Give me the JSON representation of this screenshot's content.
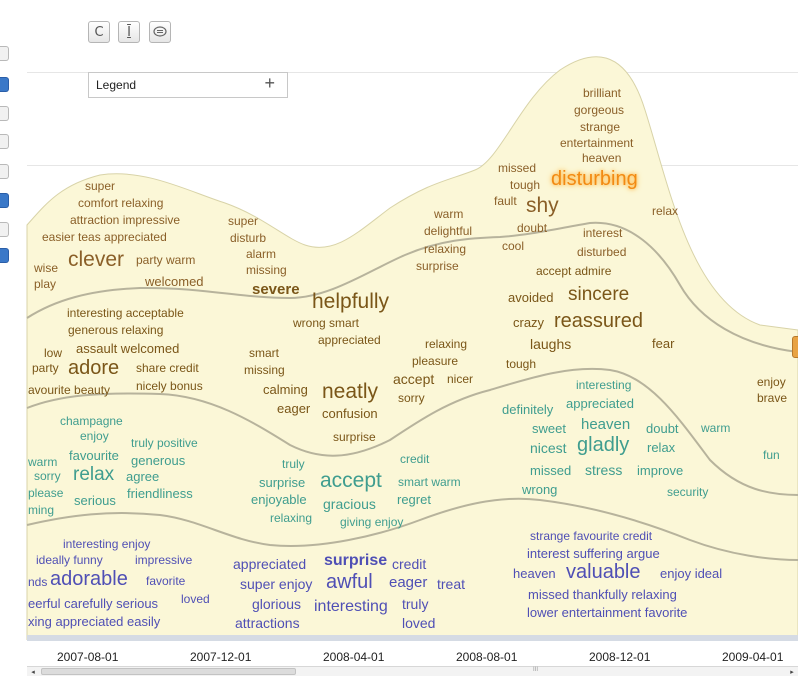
{
  "toolbar": {
    "refresh_icon": "C",
    "text_cursor_icon": "I",
    "comment_icon": "speech-bubble"
  },
  "legend": {
    "label": "Legend",
    "expand": "+"
  },
  "colors": {
    "band_fill": "#fbf7d7",
    "band_stroke": "#b7b39c",
    "highlight": "#f28a12"
  },
  "axis": {
    "ticks": [
      "2007-08-01",
      "2007-12-01",
      "2008-04-01",
      "2008-08-01",
      "2008-12-01",
      "2009-04-01"
    ]
  },
  "words": [
    {
      "t": "super",
      "c": "c1"
    },
    {
      "t": "comfort relaxing",
      "c": "c1"
    },
    {
      "t": "attraction impressive",
      "c": "c1"
    },
    {
      "t": "easier teas appreciated",
      "c": "c1"
    },
    {
      "t": "wise",
      "c": "c1"
    },
    {
      "t": "play",
      "c": "c1"
    },
    {
      "t": "clever",
      "c": "c1"
    },
    {
      "t": "party warm",
      "c": "c1"
    },
    {
      "t": "welcomed",
      "c": "c1"
    },
    {
      "t": "super",
      "c": "c1"
    },
    {
      "t": "disturb",
      "c": "c1"
    },
    {
      "t": "alarm",
      "c": "c1"
    },
    {
      "t": "missing",
      "c": "c1"
    },
    {
      "t": "severe",
      "c": "c2"
    },
    {
      "t": "warm",
      "c": "c1"
    },
    {
      "t": "delightful",
      "c": "c1"
    },
    {
      "t": "relaxing",
      "c": "c1"
    },
    {
      "t": "surprise",
      "c": "c1"
    },
    {
      "t": "brilliant",
      "c": "c1"
    },
    {
      "t": "gorgeous",
      "c": "c1"
    },
    {
      "t": "strange",
      "c": "c1"
    },
    {
      "t": "entertainment",
      "c": "c1"
    },
    {
      "t": "heaven",
      "c": "c1"
    },
    {
      "t": "missed",
      "c": "c1"
    },
    {
      "t": "tough",
      "c": "c1"
    },
    {
      "t": "disturbing",
      "c": "hl"
    },
    {
      "t": "fault",
      "c": "c1"
    },
    {
      "t": "shy",
      "c": "c1"
    },
    {
      "t": "relax",
      "c": "c1"
    },
    {
      "t": "doubt",
      "c": "c1"
    },
    {
      "t": "cool",
      "c": "c1"
    },
    {
      "t": "interest",
      "c": "c1"
    },
    {
      "t": "disturbed",
      "c": "c1"
    },
    {
      "t": "accept admire",
      "c": "c2"
    },
    {
      "t": "avoided",
      "c": "c2"
    },
    {
      "t": "sincere",
      "c": "c2"
    },
    {
      "t": "crazy",
      "c": "c2"
    },
    {
      "t": "reassured",
      "c": "c2"
    },
    {
      "t": "laughs",
      "c": "c2"
    },
    {
      "t": "fear",
      "c": "c2"
    },
    {
      "t": "tough",
      "c": "c2"
    },
    {
      "t": "interesting acceptable",
      "c": "c2"
    },
    {
      "t": "generous relaxing",
      "c": "c2"
    },
    {
      "t": "low",
      "c": "c2"
    },
    {
      "t": "assault welcomed",
      "c": "c2"
    },
    {
      "t": "party",
      "c": "c2"
    },
    {
      "t": "adore",
      "c": "c2"
    },
    {
      "t": "share credit",
      "c": "c2"
    },
    {
      "t": "avourite beauty",
      "c": "c2"
    },
    {
      "t": "nicely bonus",
      "c": "c2"
    },
    {
      "t": "helpfully",
      "c": "c2"
    },
    {
      "t": "wrong smart",
      "c": "c2"
    },
    {
      "t": "appreciated",
      "c": "c2"
    },
    {
      "t": "smart",
      "c": "c2"
    },
    {
      "t": "missing",
      "c": "c2"
    },
    {
      "t": "calming",
      "c": "c2"
    },
    {
      "t": "neatly",
      "c": "c2"
    },
    {
      "t": "eager",
      "c": "c2"
    },
    {
      "t": "confusion",
      "c": "c2"
    },
    {
      "t": "surprise",
      "c": "c2"
    },
    {
      "t": "relaxing",
      "c": "c2"
    },
    {
      "t": "pleasure",
      "c": "c2"
    },
    {
      "t": "accept",
      "c": "c2"
    },
    {
      "t": "nicer",
      "c": "c2"
    },
    {
      "t": "sorry",
      "c": "c2"
    },
    {
      "t": "enjoy",
      "c": "c2"
    },
    {
      "t": "brave",
      "c": "c2"
    },
    {
      "t": "champagne",
      "c": "c3"
    },
    {
      "t": "enjoy",
      "c": "c3"
    },
    {
      "t": "truly positive",
      "c": "c3"
    },
    {
      "t": "warm",
      "c": "c3"
    },
    {
      "t": "favourite",
      "c": "c3"
    },
    {
      "t": "generous",
      "c": "c3"
    },
    {
      "t": "sorry",
      "c": "c3"
    },
    {
      "t": "relax",
      "c": "c3"
    },
    {
      "t": "agree",
      "c": "c3"
    },
    {
      "t": "please",
      "c": "c3"
    },
    {
      "t": "friendliness",
      "c": "c3"
    },
    {
      "t": "serious",
      "c": "c3"
    },
    {
      "t": "ming",
      "c": "c3"
    },
    {
      "t": "truly",
      "c": "c3"
    },
    {
      "t": "credit",
      "c": "c3"
    },
    {
      "t": "surprise",
      "c": "c3"
    },
    {
      "t": "accept",
      "c": "c3"
    },
    {
      "t": "smart warm",
      "c": "c3"
    },
    {
      "t": "enjoyable",
      "c": "c3"
    },
    {
      "t": "gracious",
      "c": "c3"
    },
    {
      "t": "regret",
      "c": "c3"
    },
    {
      "t": "relaxing",
      "c": "c3"
    },
    {
      "t": "giving enjoy",
      "c": "c3"
    },
    {
      "t": "interesting",
      "c": "c3"
    },
    {
      "t": "definitely",
      "c": "c3"
    },
    {
      "t": "appreciated",
      "c": "c3"
    },
    {
      "t": "sweet",
      "c": "c3"
    },
    {
      "t": "heaven",
      "c": "c3"
    },
    {
      "t": "doubt",
      "c": "c3"
    },
    {
      "t": "warm",
      "c": "c3"
    },
    {
      "t": "nicest",
      "c": "c3"
    },
    {
      "t": "gladly",
      "c": "c3"
    },
    {
      "t": "relax",
      "c": "c3"
    },
    {
      "t": "fun",
      "c": "c3"
    },
    {
      "t": "missed",
      "c": "c3"
    },
    {
      "t": "stress",
      "c": "c3"
    },
    {
      "t": "improve",
      "c": "c3"
    },
    {
      "t": "wrong",
      "c": "c3"
    },
    {
      "t": "security",
      "c": "c3"
    },
    {
      "t": "interesting enjoy",
      "c": "c4"
    },
    {
      "t": "ideally funny",
      "c": "c4"
    },
    {
      "t": "impressive",
      "c": "c4"
    },
    {
      "t": "nds",
      "c": "c4"
    },
    {
      "t": "adorable",
      "c": "c4"
    },
    {
      "t": "favorite",
      "c": "c4"
    },
    {
      "t": "eerful carefully serious",
      "c": "c4"
    },
    {
      "t": "loved",
      "c": "c4"
    },
    {
      "t": "xing appreciated easily",
      "c": "c4"
    },
    {
      "t": "appreciated",
      "c": "c4"
    },
    {
      "t": "surprise",
      "c": "c4"
    },
    {
      "t": "credit",
      "c": "c4"
    },
    {
      "t": "super enjoy",
      "c": "c4"
    },
    {
      "t": "awful",
      "c": "c4"
    },
    {
      "t": "eager",
      "c": "c4"
    },
    {
      "t": "treat",
      "c": "c4"
    },
    {
      "t": "glorious",
      "c": "c4"
    },
    {
      "t": "interesting",
      "c": "c4"
    },
    {
      "t": "truly",
      "c": "c4"
    },
    {
      "t": "attractions",
      "c": "c4"
    },
    {
      "t": "loved",
      "c": "c4"
    },
    {
      "t": "strange favourite credit",
      "c": "c4"
    },
    {
      "t": "interest suffering argue",
      "c": "c4"
    },
    {
      "t": "heaven",
      "c": "c4"
    },
    {
      "t": "valuable",
      "c": "c4"
    },
    {
      "t": "enjoy ideal",
      "c": "c4"
    },
    {
      "t": "missed thankfully relaxing",
      "c": "c4"
    },
    {
      "t": "lower entertainment favorite",
      "c": "c4"
    }
  ],
  "scrollbar": {
    "left_arrow": "◂",
    "right_arrow": "▸",
    "grip": "III"
  }
}
